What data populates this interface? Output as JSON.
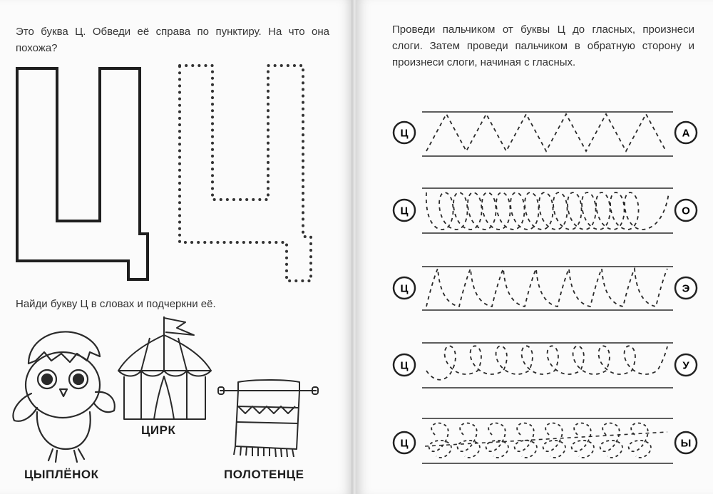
{
  "left_page": {
    "instruction_trace": "Это буква Ц. Обведи её справа по пунктиру. На что она похожа?",
    "instruction_find": "Найди букву Ц в словах и подчеркни её.",
    "words": [
      "ЦЫПЛЁНОК",
      "ЦИРК",
      "ПОЛОТЕНЦЕ"
    ]
  },
  "right_page": {
    "instruction": "Проведи пальчиком от буквы Ц до гласных, произнеси слоги. Затем проведи пальчиком в обратную сторону и произнеси слоги, начиная с гласных.",
    "rows": [
      {
        "start": "Ц",
        "end": "А",
        "pattern": "zigzag"
      },
      {
        "start": "Ц",
        "end": "О",
        "pattern": "loops"
      },
      {
        "start": "Ц",
        "end": "Э",
        "pattern": "arches"
      },
      {
        "start": "Ц",
        "end": "У",
        "pattern": "upper-loops"
      },
      {
        "start": "Ц",
        "end": "Ы",
        "pattern": "figure-eight"
      }
    ]
  }
}
